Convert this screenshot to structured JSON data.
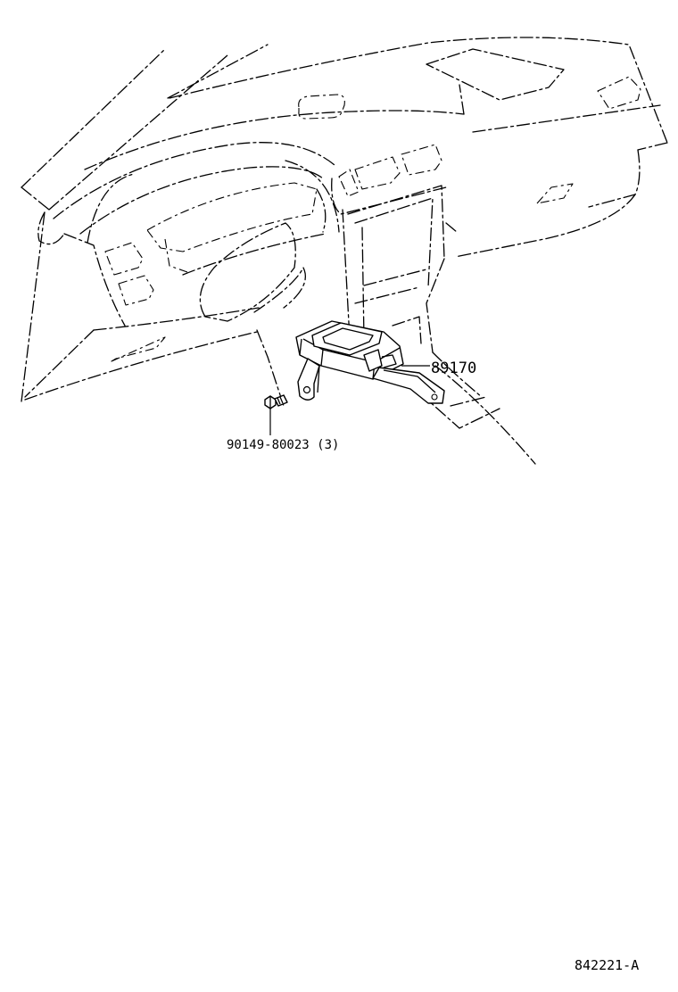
{
  "callouts": {
    "module_part_no": "89170",
    "bolt_part_no": "90149-80023 (3)"
  },
  "figure_code": "842221-A",
  "icons": {
    "module": "sensor-module-icon",
    "bolt": "bolt-icon"
  }
}
